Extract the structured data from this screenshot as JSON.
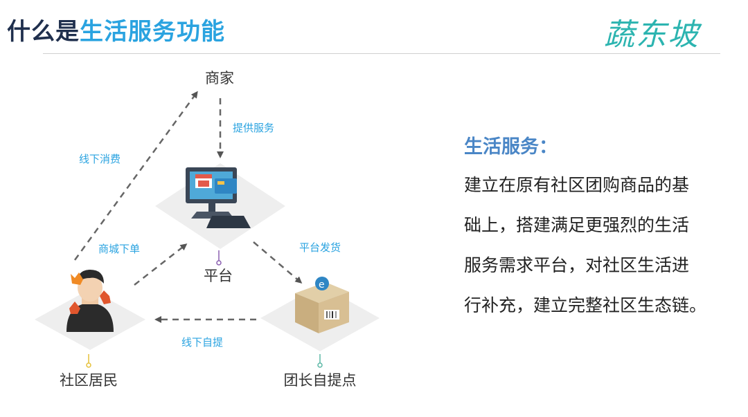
{
  "header": {
    "title_part1": "什么是",
    "title_part2": "生活服务功能",
    "brand": "蔬东坡"
  },
  "diagram": {
    "nodes": {
      "merchant": "商家",
      "platform": "平台",
      "resident": "社区居民",
      "leader": "团长自提点"
    },
    "edges": {
      "provide_service": "提供服务",
      "offline_consume": "线下消费",
      "mall_order": "商城下单",
      "platform_ship": "平台发货",
      "offline_pickup": "线下自提"
    },
    "colors": {
      "arrow": "#666666",
      "tile": "#eeeeee",
      "label_blue": "#2aa3e0"
    }
  },
  "description": {
    "title": "生活服务：",
    "lines": [
      "建立在原有社区团购商品的基",
      "础上，搭建满足更强烈的生活",
      "服务需求平台，对社区生活进",
      "行补充，建立完整社区生态链。"
    ]
  }
}
